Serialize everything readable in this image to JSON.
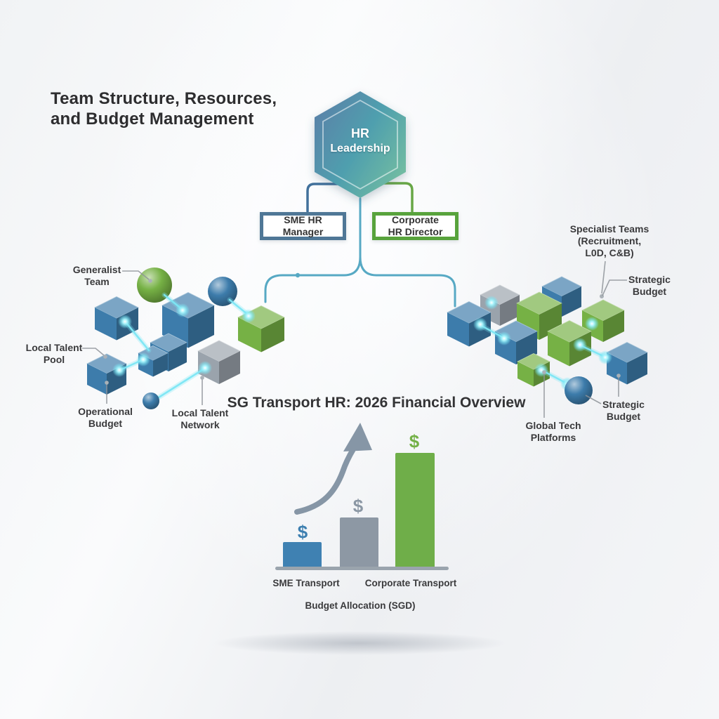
{
  "title": {
    "line1": "Team Structure, Resources,",
    "line2": "and Budget Management"
  },
  "org": {
    "hexagon": {
      "line1": "HR",
      "line2": "Leadership"
    },
    "boxes": [
      {
        "line1": "SME HR",
        "line2": "Manager"
      },
      {
        "line1": "Corporate",
        "line2": "HR Director"
      }
    ]
  },
  "left_cluster_labels": {
    "generalist": {
      "line1": "Generalist",
      "line2": "Team"
    },
    "local_talent_pool": {
      "line1": "Local Talent",
      "line2": "Pool"
    },
    "operational_budget": {
      "line1": "Operational",
      "line2": "Budget"
    },
    "local_talent_network": {
      "line1": "Local Talent",
      "line2": "Network"
    }
  },
  "right_cluster_labels": {
    "specialist_teams": {
      "line1": "Specialist Teams",
      "line2": "(Recruitment,",
      "line3": "L0D, C&B)"
    },
    "strategic_budget_top": {
      "line1": "Strategic",
      "line2": "Budget"
    },
    "strategic_budget_bottom": {
      "line1": "Strategic",
      "line2": "Budget"
    },
    "global_tech": {
      "line1": "Global Tech",
      "line2": "Platforms"
    }
  },
  "chart_data": {
    "type": "bar",
    "title": "SG Transport HR: 2026 Financial Overview",
    "xlabel": "Budget Allocation (SGD)",
    "categories": [
      "SME Transport",
      "Corporate Transport"
    ],
    "value_axis_shown": false,
    "bars": [
      {
        "category": "SME Transport",
        "color": "#3f81b2",
        "relative_height": 0.22,
        "marker": "$"
      },
      {
        "category": "(middle, unlabeled)",
        "color": "#8d98a4",
        "relative_height": 0.45,
        "marker": "$"
      },
      {
        "category": "Corporate Transport",
        "color": "#6fae49",
        "relative_height": 1.0,
        "marker": "$"
      }
    ],
    "annotations": [
      "curved upward growth arrow"
    ],
    "legend": null
  },
  "colors": {
    "steel": "#4f7796",
    "box_green": "#58a33c",
    "conn_teal": "#57a9c4",
    "conn_blue": "#42719c",
    "conn_green": "#68a746",
    "pointer_gray": "#8e9399",
    "cyan": "#7de7f5",
    "cube_blue": "#3d7cab",
    "cube_green": "#76b145",
    "cube_gray": "#9aa3ac",
    "bar_blue": "#3f81b2",
    "bar_gray": "#8d98a4",
    "bar_green": "#6fae49",
    "arrow_gray": "#8696a6",
    "dollar_blue": "#3d7fb0",
    "dollar_gray": "#8b97a4",
    "dollar_green": "#74b147",
    "hex_gradient_start": "#5b80a8",
    "hex_gradient_mid": "#4f9fae",
    "hex_gradient_end": "#73bda1"
  }
}
